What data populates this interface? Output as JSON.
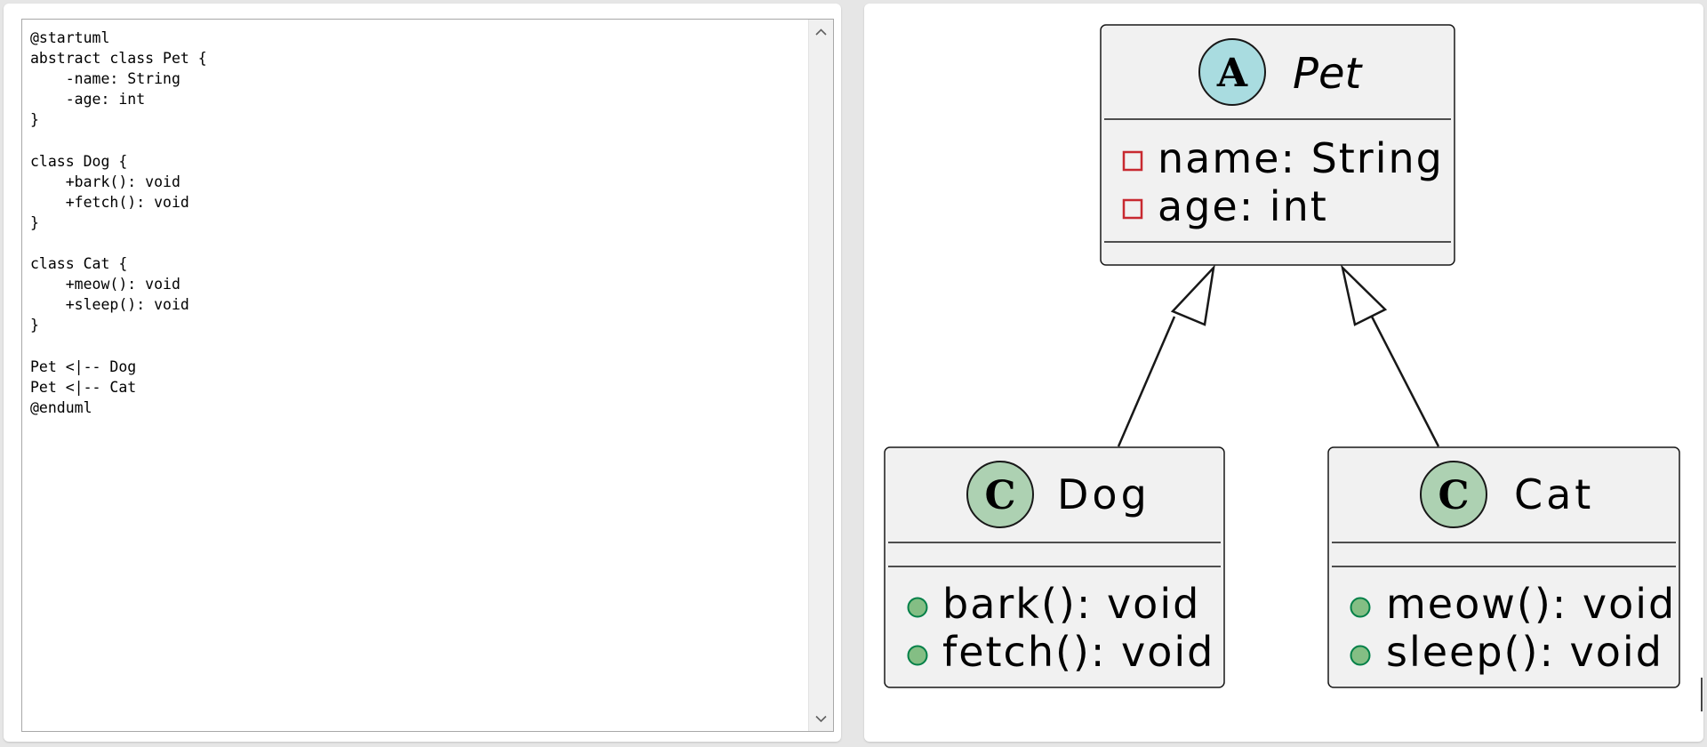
{
  "editor": {
    "code_lines": [
      "@startuml",
      "abstract class Pet {",
      "    -name: String",
      "    -age: int",
      "}",
      "",
      "class Dog {",
      "    +bark(): void",
      "    +fetch(): void",
      "}",
      "",
      "class Cat {",
      "    +meow(): void",
      "    +sleep(): void",
      "}",
      "",
      "Pet <|-- Dog",
      "Pet <|-- Cat",
      "@enduml"
    ]
  },
  "diagram": {
    "pet": {
      "stereotype_letter": "A",
      "name": "Pet",
      "attributes": [
        "name: String",
        "age: int"
      ]
    },
    "dog": {
      "stereotype_letter": "C",
      "name": "Dog",
      "methods": [
        "bark(): void",
        "fetch(): void"
      ]
    },
    "cat": {
      "stereotype_letter": "C",
      "name": "Cat",
      "methods": [
        "meow(): void",
        "sleep(): void"
      ]
    }
  },
  "colors": {
    "abstract_badge": "#a9dce0",
    "class_badge": "#add1b2",
    "private_marker": "#c82930",
    "public_marker": "#84be84",
    "class_fill": "#f1f1f1"
  }
}
